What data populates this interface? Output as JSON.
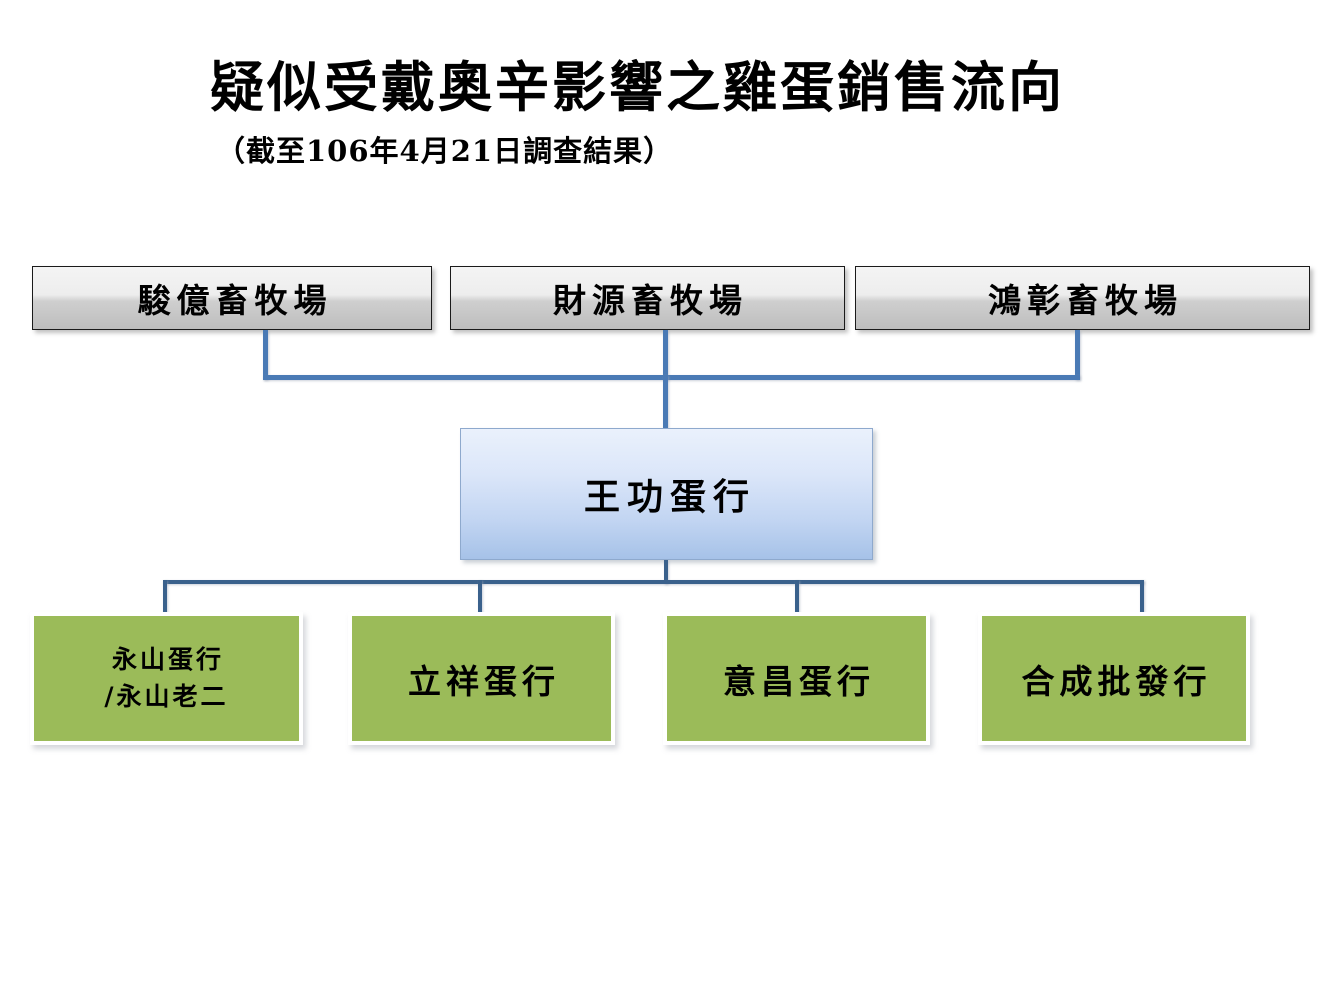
{
  "header": {
    "title": "疑似受戴奧辛影響之雞蛋銷售流向",
    "subtitle": "（截至106年4月21日調查結果）"
  },
  "diagram": {
    "type": "flow-hierarchy",
    "levels": [
      {
        "name": "farms",
        "style": "gray-plate",
        "nodes": [
          {
            "label": "駿億畜牧場"
          },
          {
            "label": "財源畜牧場"
          },
          {
            "label": "鴻彰畜牧場"
          }
        ]
      },
      {
        "name": "hub",
        "style": "blue-plate",
        "nodes": [
          {
            "label": "王功蛋行"
          }
        ]
      },
      {
        "name": "dealers",
        "style": "green-plate",
        "nodes": [
          {
            "line1": "永山蛋行",
            "line2": "/永山老二"
          },
          {
            "label": "立祥蛋行"
          },
          {
            "label": "意昌蛋行"
          },
          {
            "label": "合成批發行"
          }
        ]
      }
    ]
  },
  "colors": {
    "green_fill": "#9bbb59",
    "blue_fill_top": "#eaf1fc",
    "blue_fill_bottom": "#a6c2e8",
    "gray_fill_top": "#f4f4f4",
    "gray_fill_bottom": "#bdbdbd",
    "connector_upper": "#4a7ab5",
    "connector_lower": "#3a618c",
    "text": "#000000",
    "background": "#ffffff"
  }
}
